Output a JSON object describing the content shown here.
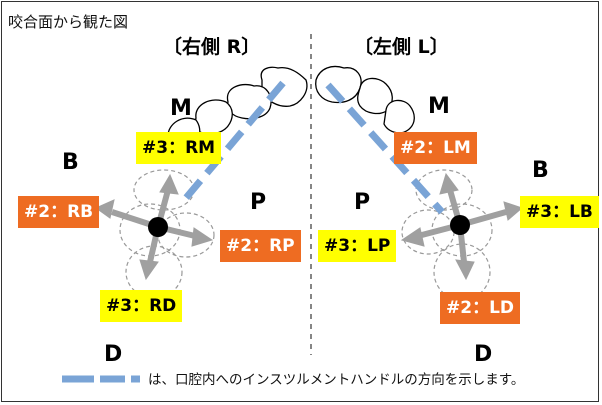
{
  "title": "咬合面から観た図",
  "sides": {
    "right": "〔右側 R〕",
    "left": "〔左側 L〕"
  },
  "directions": {
    "right_m": "M",
    "right_b": "B",
    "right_p": "P",
    "right_d": "D",
    "left_m": "M",
    "left_b": "B",
    "left_p": "P",
    "left_d": "D"
  },
  "badges": {
    "rm": "#3：RM",
    "rb": "#2：RB",
    "rp": "#2：RP",
    "rd": "#3：RD",
    "lm": "#2：LM",
    "lb": "#3：LB",
    "lp": "#3：LP",
    "ld": "#2：LD"
  },
  "legend": "は、口腔内へのインスツルメントハンドルの方向を示します。",
  "colors": {
    "yellow": "#ffff00",
    "orange": "#ee6c22",
    "handle": "#7aa4d6",
    "arrow": "#a0a0a0"
  }
}
